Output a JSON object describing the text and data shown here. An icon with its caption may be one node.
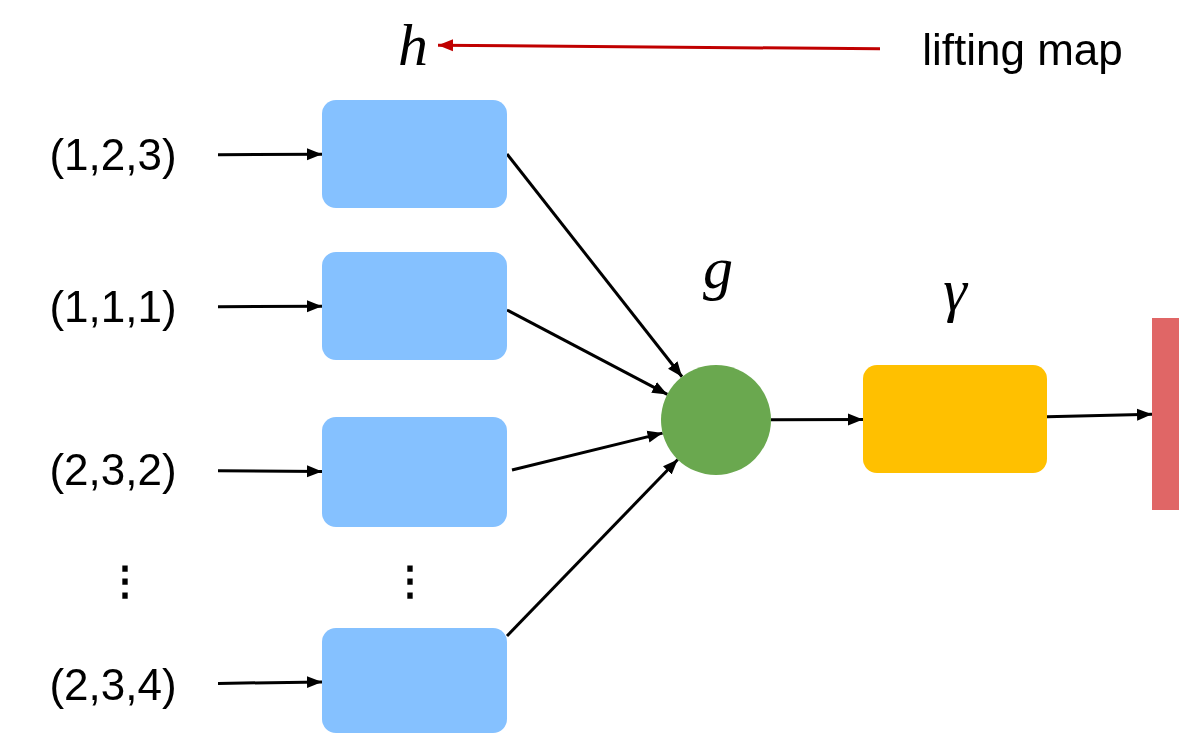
{
  "diagram": {
    "nodes": [
      {
        "text": [
          "(1,2,3)"
        ]
      },
      {
        "text": [
          "(1,1,1)"
        ]
      },
      {
        "text": [
          "(2,3,2)"
        ]
      },
      {
        "text": [
          "(2,3,4)"
        ]
      },
      {
        "text": [],
        "shape": "box"
      },
      {
        "text": [],
        "shape": "box"
      },
      {
        "text": [],
        "shape": "box"
      },
      {
        "text": [],
        "shape": "box"
      },
      {
        "text": [],
        "shape": "circle",
        "beside": [
          "g"
        ]
      },
      {
        "text": [],
        "shape": "box",
        "beside": [
          "γ"
        ]
      },
      {
        "text": [],
        "shape": "bar"
      },
      {
        "text": [
          "h"
        ]
      },
      {
        "text": [
          "lifting map"
        ]
      }
    ],
    "edges": [
      {
        "from": 0,
        "to": 4,
        "arrow": "to"
      },
      {
        "from": 1,
        "to": 5,
        "arrow": "to"
      },
      {
        "from": 2,
        "to": 6,
        "arrow": "to"
      },
      {
        "from": 3,
        "to": 7,
        "arrow": "to"
      },
      {
        "from": 4,
        "to": 8,
        "arrow": "to"
      },
      {
        "from": 5,
        "to": 8,
        "arrow": "to"
      },
      {
        "from": 6,
        "to": 8,
        "arrow": "to"
      },
      {
        "from": 7,
        "to": 8,
        "arrow": "to"
      },
      {
        "from": 8,
        "to": 9,
        "arrow": "to"
      },
      {
        "from": 9,
        "to": 10,
        "arrow": "to"
      },
      {
        "from": 12,
        "to": 11,
        "arrow": "to",
        "color": "#c00000"
      }
    ],
    "labels": [
      "⋮",
      "⋮"
    ]
  }
}
